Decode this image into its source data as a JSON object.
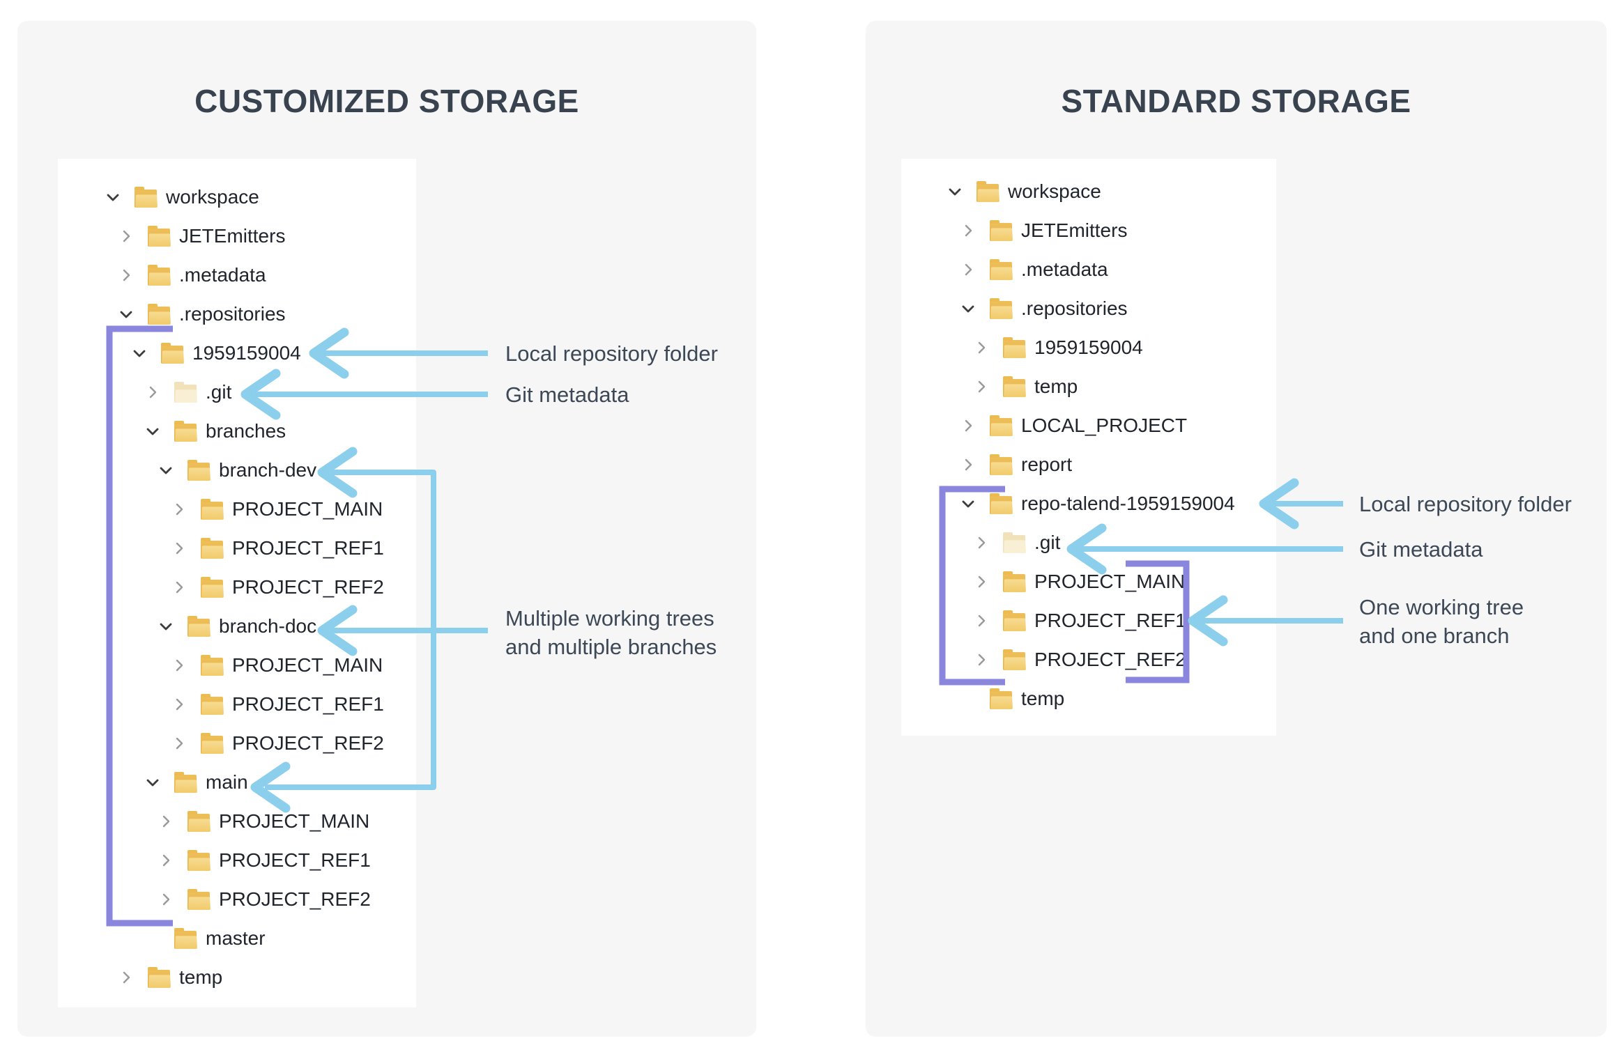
{
  "colors": {
    "panel_bg": "#f6f6f7",
    "card_bg": "#ffffff",
    "title_text": "#39434f",
    "tree_text": "#20252d",
    "annotation_text": "#3d4856",
    "arrow_blue": "#8ccfec",
    "bracket_purple": "#8a85dd",
    "folder_yellow": "#eec05a",
    "folder_pale": "#f2e2ba",
    "chevron_expanded": "#3c3c3c",
    "chevron_collapsed": "#9a9a9a"
  },
  "panels": [
    {
      "title": "CUSTOMIZED STORAGE",
      "tree": [
        {
          "label": "workspace",
          "level": 0,
          "state": "expanded",
          "pale": false
        },
        {
          "label": "JETEmitters",
          "level": 1,
          "state": "collapsed",
          "pale": false
        },
        {
          "label": ".metadata",
          "level": 1,
          "state": "collapsed",
          "pale": false
        },
        {
          "label": ".repositories",
          "level": 1,
          "state": "expanded",
          "pale": false
        },
        {
          "label": "1959159004",
          "level": 2,
          "state": "expanded",
          "pale": false
        },
        {
          "label": ".git",
          "level": 3,
          "state": "collapsed",
          "pale": true
        },
        {
          "label": "branches",
          "level": 3,
          "state": "expanded",
          "pale": false
        },
        {
          "label": "branch-dev",
          "level": 4,
          "state": "expanded",
          "pale": false
        },
        {
          "label": "PROJECT_MAIN",
          "level": 5,
          "state": "collapsed",
          "pale": false
        },
        {
          "label": "PROJECT_REF1",
          "level": 5,
          "state": "collapsed",
          "pale": false
        },
        {
          "label": "PROJECT_REF2",
          "level": 5,
          "state": "collapsed",
          "pale": false
        },
        {
          "label": "branch-doc",
          "level": 4,
          "state": "expanded",
          "pale": false
        },
        {
          "label": "PROJECT_MAIN",
          "level": 5,
          "state": "collapsed",
          "pale": false
        },
        {
          "label": "PROJECT_REF1",
          "level": 5,
          "state": "collapsed",
          "pale": false
        },
        {
          "label": "PROJECT_REF2",
          "level": 5,
          "state": "collapsed",
          "pale": false
        },
        {
          "label": "main",
          "level": 3,
          "state": "expanded",
          "pale": false
        },
        {
          "label": "PROJECT_MAIN",
          "level": 4,
          "state": "collapsed",
          "pale": false
        },
        {
          "label": "PROJECT_REF1",
          "level": 4,
          "state": "collapsed",
          "pale": false
        },
        {
          "label": "PROJECT_REF2",
          "level": 4,
          "state": "collapsed",
          "pale": false
        },
        {
          "label": "master",
          "level": 3,
          "state": "none",
          "pale": false
        },
        {
          "label": "temp",
          "level": 1,
          "state": "collapsed",
          "pale": false
        }
      ],
      "annotations": [
        {
          "lines": [
            "Local repository folder"
          ]
        },
        {
          "lines": [
            "Git metadata"
          ]
        },
        {
          "lines": [
            "Multiple working trees",
            "and multiple branches"
          ]
        }
      ]
    },
    {
      "title": "STANDARD STORAGE",
      "tree": [
        {
          "label": "workspace",
          "level": 0,
          "state": "expanded",
          "pale": false
        },
        {
          "label": "JETEmitters",
          "level": 1,
          "state": "collapsed",
          "pale": false
        },
        {
          "label": ".metadata",
          "level": 1,
          "state": "collapsed",
          "pale": false
        },
        {
          "label": ".repositories",
          "level": 1,
          "state": "expanded",
          "pale": false
        },
        {
          "label": "1959159004",
          "level": 2,
          "state": "collapsed",
          "pale": false
        },
        {
          "label": "temp",
          "level": 2,
          "state": "collapsed",
          "pale": false
        },
        {
          "label": "LOCAL_PROJECT",
          "level": 1,
          "state": "collapsed",
          "pale": false
        },
        {
          "label": "report",
          "level": 1,
          "state": "collapsed",
          "pale": false
        },
        {
          "label": "repo-talend-1959159004",
          "level": 1,
          "state": "expanded",
          "pale": false
        },
        {
          "label": ".git",
          "level": 2,
          "state": "collapsed",
          "pale": true
        },
        {
          "label": "PROJECT_MAIN",
          "level": 2,
          "state": "collapsed",
          "pale": false
        },
        {
          "label": "PROJECT_REF1",
          "level": 2,
          "state": "collapsed",
          "pale": false
        },
        {
          "label": "PROJECT_REF2",
          "level": 2,
          "state": "collapsed",
          "pale": false
        },
        {
          "label": "temp",
          "level": 1,
          "state": "none",
          "pale": false
        }
      ],
      "annotations": [
        {
          "lines": [
            "Local repository folder"
          ]
        },
        {
          "lines": [
            "Git metadata"
          ]
        },
        {
          "lines": [
            "One working tree",
            "and one branch"
          ]
        }
      ]
    }
  ]
}
